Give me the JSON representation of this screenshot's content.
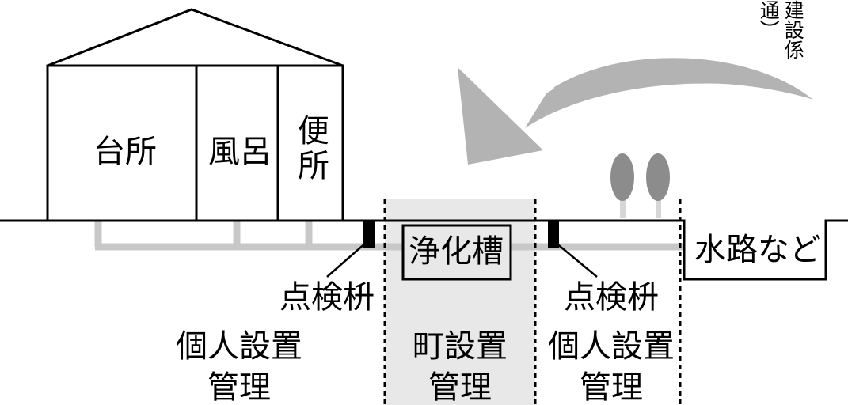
{
  "house": {
    "rooms": {
      "kitchen": "台所",
      "bath": "風呂",
      "toilet": "便所"
    }
  },
  "tank_label": "浄化槽",
  "waterway_label": "水路など",
  "inspection_pit_left": "点検枡",
  "inspection_pit_right": "点検枡",
  "zones": {
    "left": {
      "line1": "個人設置",
      "line2": "管理"
    },
    "center": {
      "line1": "町設置",
      "line2": "管理"
    },
    "right": {
      "line1": "個人設置",
      "line2": "管理"
    }
  },
  "vertical_note": {
    "col1": "建設係",
    "col2": "通）"
  },
  "colors": {
    "line": "#000000",
    "pipe_gray": "#c8c8c8",
    "arrow_gray": "#b3b3b3",
    "zone_fill": "#e8e8e8",
    "tree_foliage": "#8c8c8c",
    "tree_trunk": "#d6d6d6"
  }
}
